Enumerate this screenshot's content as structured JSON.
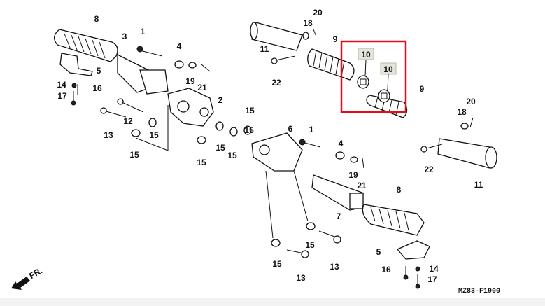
{
  "diagram": {
    "code": "MZ83-F1900",
    "front_label": "FR.",
    "highlight_color": "#e0101a",
    "callouts": {
      "left_peg_8": "8",
      "left_holder_3": "3",
      "left_pin_1": "1",
      "left_spring_4": "4",
      "left_bracket_5": "5",
      "left_nut_14": "14",
      "left_bolt_16": "16",
      "left_bolt_17": "17",
      "left_washer_19": "19",
      "left_cotter_21": "21",
      "left_step_2": "2",
      "left_bolt_12": "12",
      "left_bolt_13": "13",
      "washer_15_a": "15",
      "washer_15_b": "15",
      "washer_15_c": "15",
      "washer_15_d": "15",
      "washer_15_e": "15",
      "washer_15_f": "15",
      "washer_15_g": "15",
      "right_step_6": "6",
      "right_pin_1": "1",
      "right_spring_4": "4",
      "right_washer_19": "19",
      "right_cotter_21": "21",
      "right_holder_7": "7",
      "right_peg_8": "8",
      "right_bracket_5": "5",
      "right_bolt_16": "16",
      "right_nut_14": "14",
      "right_bolt_17": "17",
      "washer_15_h": "15",
      "washer_15_i": "15",
      "bolt_13_a": "13",
      "bolt_13_b": "13",
      "top_shaft_11": "11",
      "top_pin_22": "22",
      "top_washer_18": "18",
      "top_cotter_20": "20",
      "top_rubber_9": "9",
      "highlight_10_a": "10",
      "highlight_10_b": "10",
      "right_rubber_9": "9",
      "right_cotter_20": "20",
      "right_washer_18": "18",
      "right_pin_22": "22",
      "right_shaft_11": "11"
    }
  }
}
